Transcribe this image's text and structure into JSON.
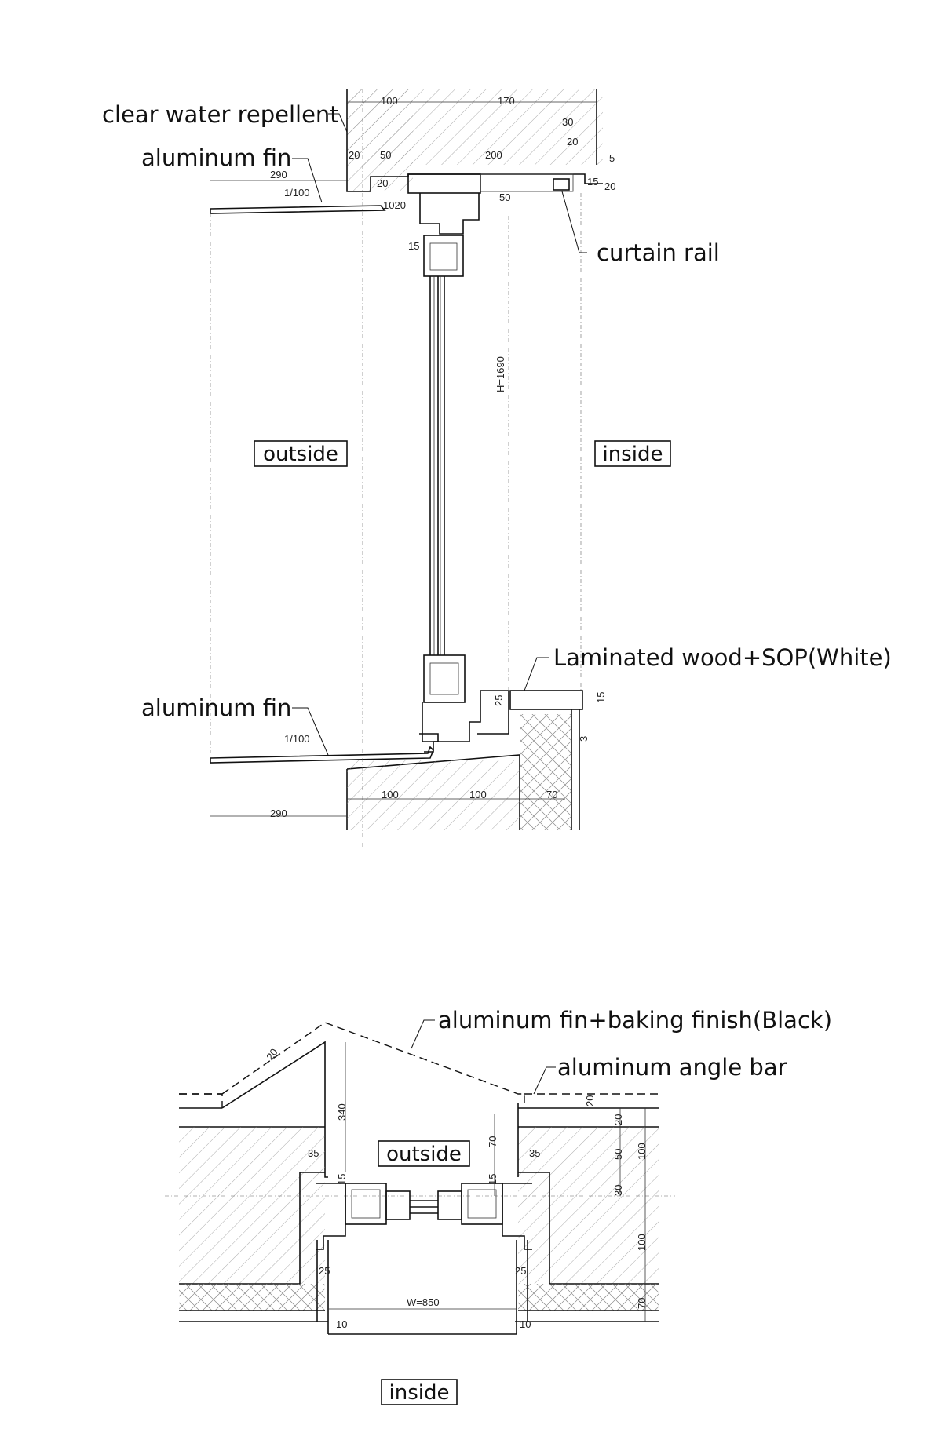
{
  "section": {
    "labels": {
      "clear_water_repellent": "clear water repellent",
      "aluminum_fin_top": "aluminum fin",
      "curtain_rail": "curtain rail",
      "laminated_wood": "Laminated wood+SOP(White)",
      "aluminum_fin_bottom": "aluminum fin",
      "outside": "outside",
      "inside": "inside"
    },
    "dimensions": {
      "top_100": "100",
      "top_170": "170",
      "top_30": "30",
      "top_20a": "20",
      "top_20b": "20",
      "top_50": "50",
      "top_200": "200",
      "top_5": "5",
      "top_290": "290",
      "top_slope": "1/100",
      "top_15": "15",
      "top_20c": "20",
      "top_1020": "1020",
      "top_20d": "20",
      "top_50v": "50",
      "mid_15": "15",
      "height": "H=1690",
      "bot_25": "25",
      "bot_15": "15",
      "bot_3": "3",
      "bot_slope": "1/100",
      "bot_100a": "100",
      "bot_100b": "100",
      "bot_70": "70",
      "bot_290": "290"
    }
  },
  "plan": {
    "labels": {
      "fin_finish": "aluminum fin+baking finish(Black)",
      "angle_bar": "aluminum angle bar",
      "outside": "outside",
      "inside": "inside"
    },
    "dimensions": {
      "d20_diag": "20",
      "d340": "340",
      "d20_top": "20",
      "d20_r": "20",
      "d70": "70",
      "d35_l": "35",
      "d35_r": "35",
      "d15_l": "15",
      "d15_r": "15",
      "d50": "50",
      "d100_r1": "100",
      "d30": "30",
      "d100_r2": "100",
      "d25_l": "25",
      "d25_r": "25",
      "width": "W=850",
      "d10_l": "10",
      "d10_r": "10",
      "d70_r": "70"
    }
  }
}
